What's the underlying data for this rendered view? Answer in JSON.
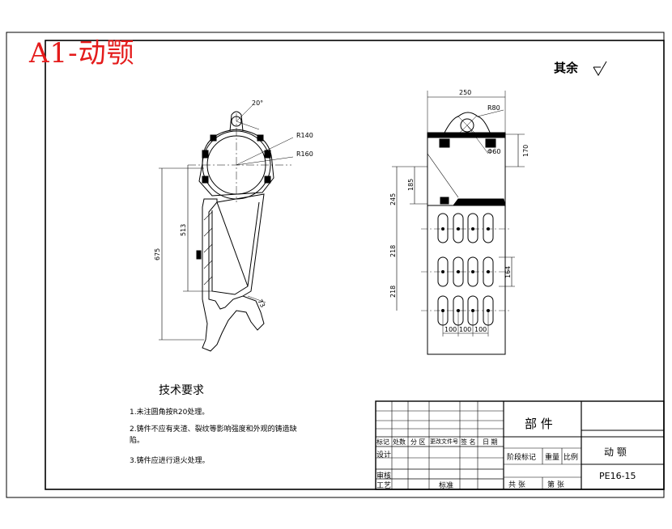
{
  "stamp": "A1-动颚",
  "roughness_note": "其余",
  "tech_requirements": {
    "title": "技术要求",
    "items": [
      "1.未注圆角按R20处理。",
      "2.铸件不应有夹渣、裂纹等影响强度和外观的铸造缺陷。",
      "3.铸件应进行退火处理。"
    ]
  },
  "side_view_dims": {
    "angle": "20°",
    "r1": "R140",
    "r2": "R160",
    "h1": "513",
    "h2": "675",
    "thk": "73"
  },
  "front_view_dims": {
    "width": "250",
    "r_top": "R80",
    "d_hole": "Φ60",
    "h_top": "170",
    "h_mid": "185",
    "h_245": "245",
    "h_218a": "218",
    "h_218b": "218",
    "h_164": "164",
    "pitch": [
      "100",
      "100",
      "100"
    ]
  },
  "title_block": {
    "part_label": "部 件",
    "part_name": "动 颚",
    "drawing_no": "PE16-15",
    "rev_row": [
      "标记",
      "处数",
      "分 区",
      "更改文件号",
      "签 名",
      "日 期"
    ],
    "stage_label": "阶段标记",
    "weight_label": "重量",
    "scale_label": "比例",
    "design_label": "设计",
    "approve_label": "审核",
    "process_label": "工艺",
    "standard_label": "标准",
    "sheets_total": "共  张",
    "sheet_no": "第  张"
  }
}
